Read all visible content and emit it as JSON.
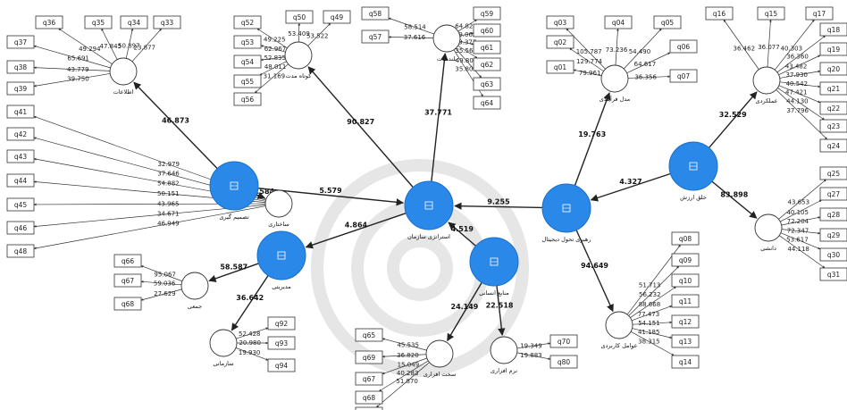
{
  "constructs": [
    {
      "id": "info",
      "label": "اطلاعات",
      "type": "latent",
      "indicators": [
        "q36",
        "q35",
        "q34",
        "q33",
        "q37",
        "q38",
        "q39"
      ],
      "loadings": [
        "49.294",
        "47.845",
        "50.897",
        "23.877",
        "65.691",
        "43.779",
        "39.750"
      ]
    },
    {
      "id": "short",
      "label": "کوتاه مدت",
      "type": "latent",
      "indicators": [
        "q52",
        "q53",
        "q54",
        "q55",
        "q56",
        "q50",
        "q49"
      ],
      "loadings": [
        "49.225",
        "62.967",
        "52.835",
        "48.011",
        "31.169",
        "53.409",
        "53.522"
      ]
    },
    {
      "id": "long",
      "label": "بلندمدت",
      "type": "latent",
      "indicators": [
        "q58",
        "q57",
        "q59",
        "q60",
        "q61",
        "q62",
        "q63",
        "q64"
      ],
      "loadings": [
        "58.514",
        "37.616",
        "64.824",
        "49.062",
        "39.377",
        "35.568",
        "49.808",
        "35.809"
      ]
    },
    {
      "id": "model",
      "label": "مدل فرآیندی",
      "type": "latent",
      "indicators": [
        "q03",
        "q02",
        "q01",
        "q04",
        "q05",
        "q06",
        "q07"
      ],
      "loadings": [
        "105.787",
        "129.774",
        "79.961",
        "73.236",
        "54.490",
        "64.617",
        "36.356"
      ]
    },
    {
      "id": "perf",
      "label": "عملکردی",
      "type": "latent",
      "indicators": [
        "q16",
        "q15",
        "q17",
        "q18",
        "q19",
        "q20",
        "q21",
        "q22",
        "q23",
        "q24"
      ],
      "loadings": [
        "36.462",
        "36.077",
        "40.303",
        "36.360",
        "43.482",
        "37.930",
        "40.542",
        "47.421",
        "44.130",
        "37.796"
      ]
    },
    {
      "id": "struct",
      "label": "ساختاری",
      "type": "latent",
      "indicators": [
        "q41",
        "q42",
        "q43",
        "q44",
        "q45",
        "q46",
        "q48"
      ],
      "loadings": [
        "32.979",
        "37.646",
        "54.882",
        "50.151",
        "43.965",
        "34.671",
        "46.949"
      ]
    },
    {
      "id": "decision",
      "label": "تصمیم گیری",
      "type": "hub"
    },
    {
      "id": "strategy",
      "label": "استراتژی سازمان",
      "type": "hub"
    },
    {
      "id": "leader",
      "label": "رهبری تحول دیجیتال",
      "type": "hub"
    },
    {
      "id": "value",
      "label": "خلق ارزش",
      "type": "hub"
    },
    {
      "id": "know",
      "label": "دانشی",
      "type": "latent",
      "indicators": [
        "q25",
        "q27",
        "q28",
        "q29",
        "q30",
        "q31"
      ],
      "loadings": [
        "43.653",
        "40.105",
        "72.204",
        "72.347",
        "53.617",
        "44.118"
      ]
    },
    {
      "id": "manage",
      "label": "مدیریتی",
      "type": "hub"
    },
    {
      "id": "people",
      "label": "منابع انسانی",
      "type": "hub"
    },
    {
      "id": "human",
      "label": "جمعی",
      "type": "latent",
      "indicators": [
        "q66",
        "q67",
        "q68"
      ],
      "loadings": [
        "95.067",
        "59.036",
        "27.629"
      ]
    },
    {
      "id": "org",
      "label": "سازمانی",
      "type": "latent",
      "indicators": [
        "q92",
        "q93",
        "q94"
      ],
      "loadings": [
        "52.428",
        "20.980",
        "19.930"
      ]
    },
    {
      "id": "hard",
      "label": "سخت افزاری",
      "type": "latent",
      "indicators": [
        "q65",
        "q69",
        "q67b",
        "q68b",
        "q69b"
      ],
      "loadings": [
        "45.535",
        "36.820",
        "15.049",
        "40.283",
        "51.870"
      ],
      "display": [
        "q65",
        "q69",
        "q67",
        "q68",
        "q69"
      ]
    },
    {
      "id": "soft",
      "label": "نرم افزاری",
      "type": "latent",
      "indicators": [
        "q70",
        "q80"
      ],
      "loadings": [
        "19.349",
        "19.883"
      ]
    },
    {
      "id": "factors",
      "label": "عوامل کاربردی",
      "type": "latent",
      "indicators": [
        "q08",
        "q09",
        "q10",
        "q11",
        "q12",
        "q13",
        "q14"
      ],
      "loadings": [
        "51.713",
        "56.232",
        "88.668",
        "77.473",
        "54.151",
        "41.185",
        "38.315"
      ]
    }
  ],
  "paths": [
    {
      "from": "decision",
      "to": "info",
      "coef": "46.873"
    },
    {
      "from": "decision",
      "to": "struct",
      "coef": "37.584"
    },
    {
      "from": "strategy",
      "to": "short",
      "coef": "90.827"
    },
    {
      "from": "strategy",
      "to": "long",
      "coef": "37.771"
    },
    {
      "from": "decision",
      "to": "strategy",
      "coef": "5.579"
    },
    {
      "from": "leader",
      "to": "strategy",
      "coef": "9.255"
    },
    {
      "from": "leader",
      "to": "model",
      "coef": "19.763"
    },
    {
      "from": "value",
      "to": "leader",
      "coef": "4.327"
    },
    {
      "from": "value",
      "to": "perf",
      "coef": "32.529"
    },
    {
      "from": "value",
      "to": "know",
      "coef": "83.898"
    },
    {
      "from": "strategy",
      "to": "manage",
      "coef": "4.864"
    },
    {
      "from": "people",
      "to": "strategy",
      "coef": "4.519"
    },
    {
      "from": "manage",
      "to": "human",
      "coef": "58.587"
    },
    {
      "from": "manage",
      "to": "org",
      "coef": "36.642"
    },
    {
      "from": "people",
      "to": "hard",
      "coef": "24.149"
    },
    {
      "from": "people",
      "to": "soft",
      "coef": "22.518"
    },
    {
      "from": "leader",
      "to": "factors",
      "coef": "94.649"
    }
  ],
  "colors": {
    "hub": "#2a88e8",
    "hub_stroke": "#1a6fc9",
    "latent_fill": "#ffffff",
    "line": "#222222"
  }
}
